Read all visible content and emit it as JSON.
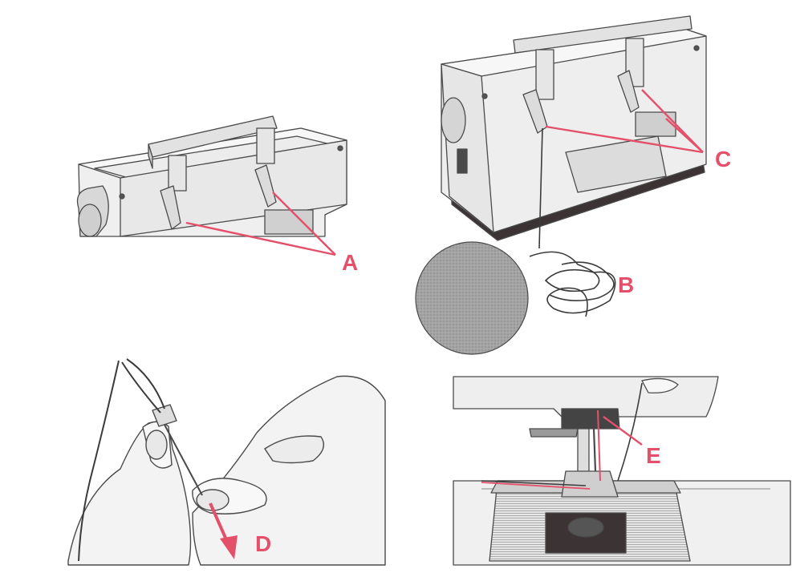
{
  "colors": {
    "accent": "#e4506a",
    "outline": "#4a4a4a",
    "machine_body": "#f0f0f0",
    "machine_shade": "#d9d9d9",
    "machine_dark": "#3c3434",
    "thread": "#3b3b3b",
    "skin": "#f3f3f3",
    "yarn_ball": "#9a9a9a"
  },
  "labels": {
    "a": "A",
    "b": "B",
    "c": "C",
    "d": "D",
    "e": "E"
  },
  "panels": [
    {
      "name": "thread-guides-top",
      "callout": "A"
    },
    {
      "name": "thread-ball-and-guides",
      "callouts": [
        "B",
        "C"
      ]
    },
    {
      "name": "threading-hands",
      "callout": "D"
    },
    {
      "name": "needle-area",
      "callout": "E"
    }
  ]
}
